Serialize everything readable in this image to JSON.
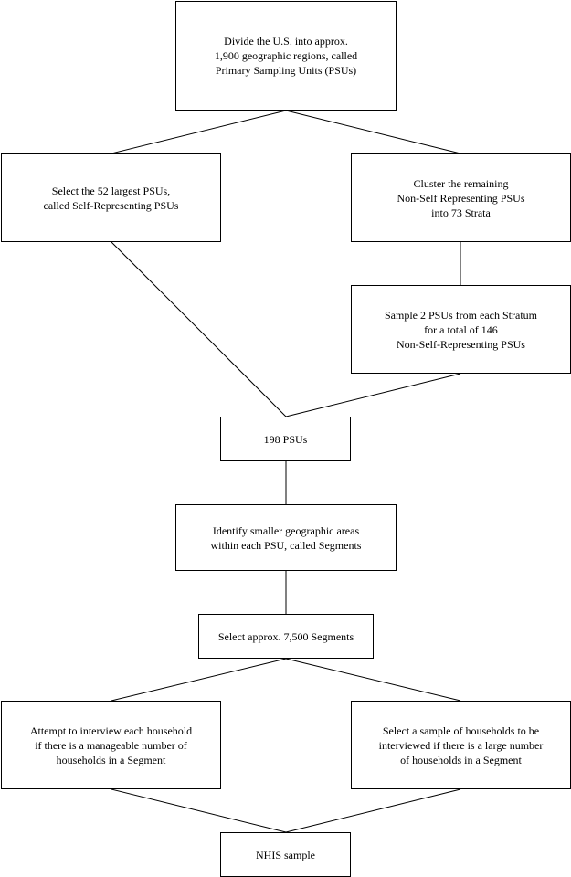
{
  "diagram": {
    "boxes": {
      "divide": [
        "Divide the U.S. into approx.",
        "1,900 geographic regions, called",
        "Primary Sampling Units (PSUs)"
      ],
      "select52": [
        "Select the 52 largest PSUs,",
        "called Self-Representing PSUs"
      ],
      "cluster": [
        "Cluster the remaining",
        "Non-Self Representing PSUs",
        "into 73 Strata"
      ],
      "sample2": [
        "Sample 2 PSUs from each Stratum",
        "for a total of 146",
        "Non-Self-Representing PSUs"
      ],
      "psu198": [
        "198 PSUs"
      ],
      "identify": [
        "Identify smaller geographic areas",
        "within each PSU, called Segments"
      ],
      "select7500": [
        "Select approx. 7,500 Segments"
      ],
      "attempt": [
        "Attempt to interview each household",
        "if there is a manageable number of",
        "households in a Segment"
      ],
      "selectsample": [
        "Select a sample of households to be",
        "interviewed if there is a large number",
        "of households in a Segment"
      ],
      "nhis": [
        "NHIS sample"
      ]
    }
  }
}
